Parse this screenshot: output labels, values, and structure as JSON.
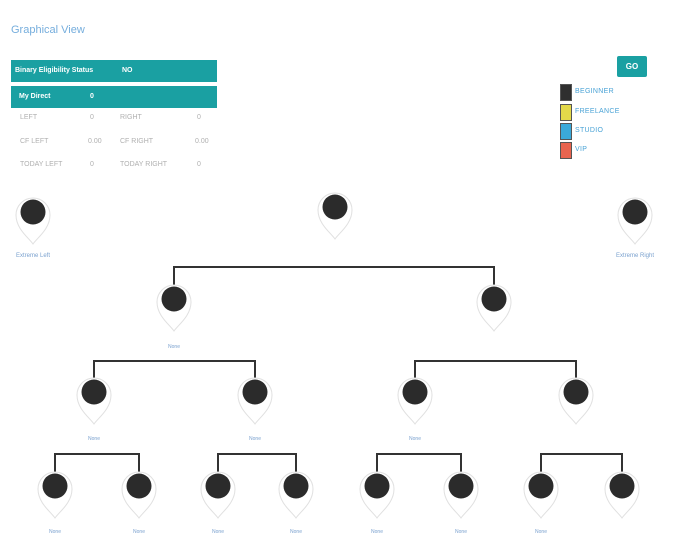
{
  "title": "Graphical View",
  "eligibility": {
    "label": "Binary Eligibility Status",
    "value": "NO"
  },
  "direct": {
    "label": "My Direct",
    "value": "0"
  },
  "stats": [
    {
      "l_label": "LEFT",
      "l_value": "0",
      "r_label": "RIGHT",
      "r_value": "0"
    },
    {
      "l_label": "CF LEFT",
      "l_value": "0.00",
      "r_label": "CF RIGHT",
      "r_value": "0.00"
    },
    {
      "l_label": "TODAY LEFT",
      "l_value": "0",
      "r_label": "TODAY RIGHT",
      "r_value": "0"
    }
  ],
  "go_label": "GO",
  "legend": [
    {
      "label": "BEGINNER",
      "color": "#2f2f2f"
    },
    {
      "label": "FREELANCE",
      "color": "#e3d94a"
    },
    {
      "label": "STUDIO",
      "color": "#3aa9d9"
    },
    {
      "label": "VIP",
      "color": "#e8644f"
    }
  ],
  "extreme_left_label": "Extreme Left",
  "extreme_right_label": "Extreme Right",
  "nodes": {
    "level1": [
      "None",
      ""
    ],
    "level2": [
      "None",
      "None",
      "None",
      ""
    ],
    "level3": [
      "None",
      "None",
      "None",
      "None",
      "None",
      "None",
      "None",
      ""
    ]
  }
}
